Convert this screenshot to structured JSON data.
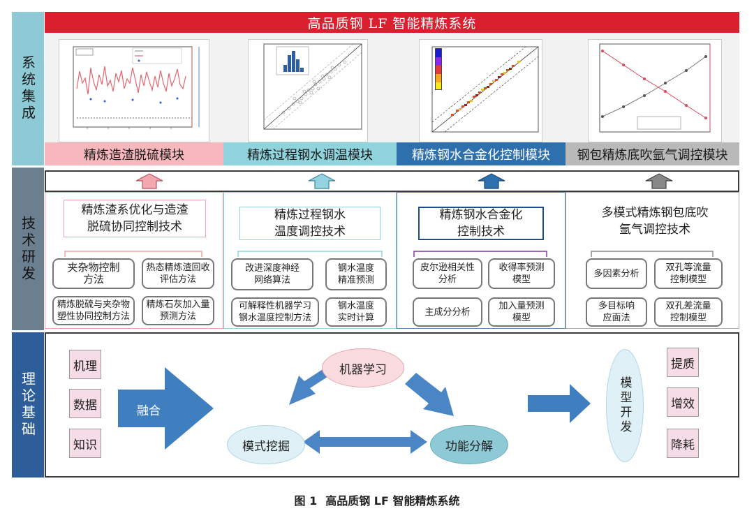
{
  "title": "高品质钢 LF 智能精炼系统",
  "side_labels": [
    "系统集成",
    "技术研发",
    "理论基础"
  ],
  "modules": [
    "精炼造渣脱硫模块",
    "精炼过程钢水调温模块",
    "精炼钢水合金化控制模块",
    "钢包精炼底吹氩气调控模块"
  ],
  "tech_columns": [
    {
      "heading": [
        "精炼渣系优化与造渣",
        "脱硫协同控制技术"
      ],
      "items": [
        [
          "夹杂物控制",
          "方法"
        ],
        [
          "热态精炼渣回收",
          "评估方法"
        ],
        [
          "精炼脱硫与夹杂物",
          "塑性协同控制方法"
        ],
        [
          "精炼石灰加入量",
          "预测方法"
        ]
      ]
    },
    {
      "heading": [
        "精炼过程钢水",
        "温度调控技术"
      ],
      "items": [
        [
          "改进深度神经",
          "网络算法"
        ],
        [
          "钢水温度",
          "精准预测"
        ],
        [
          "可解释性机器学习",
          "钢水温度控制方法"
        ],
        [
          "钢水温度",
          "实时计算"
        ]
      ]
    },
    {
      "heading": [
        "精炼钢水合金化",
        "控制技术"
      ],
      "items": [
        [
          "皮尔逊相关性",
          "分析"
        ],
        [
          "收得率预测",
          "模型"
        ],
        [
          "主成分分析"
        ],
        [
          "加入量预测",
          "模型"
        ]
      ]
    },
    {
      "heading": [
        "多模式精炼钢包底吹",
        "氩气调控技术"
      ],
      "items": [
        [
          "多因素分析"
        ],
        [
          "双孔等流量",
          "控制模型"
        ],
        [
          "多目标响",
          "应面法"
        ],
        [
          "双孔差流量",
          "控制模型"
        ]
      ]
    }
  ],
  "theory": {
    "inputs": [
      "机理",
      "数据",
      "知识"
    ],
    "fuse": "融合",
    "cycle": {
      "top": "机器学习",
      "left": "模式挖掘",
      "right": "功能分解"
    },
    "model": "模型开发",
    "outputs": [
      "提质",
      "增效",
      "降耗"
    ]
  },
  "caption": {
    "fig": "图 1",
    "text": "高品质钢 LF 智能精炼系统"
  },
  "colors": {
    "title_red": "#d8202f",
    "pink": "#f7b8bd",
    "teal": "#8fd3dd",
    "navy": "#2e6fae",
    "gray": "#b9b9b9",
    "arrow_blue": "#3f7fc0"
  }
}
